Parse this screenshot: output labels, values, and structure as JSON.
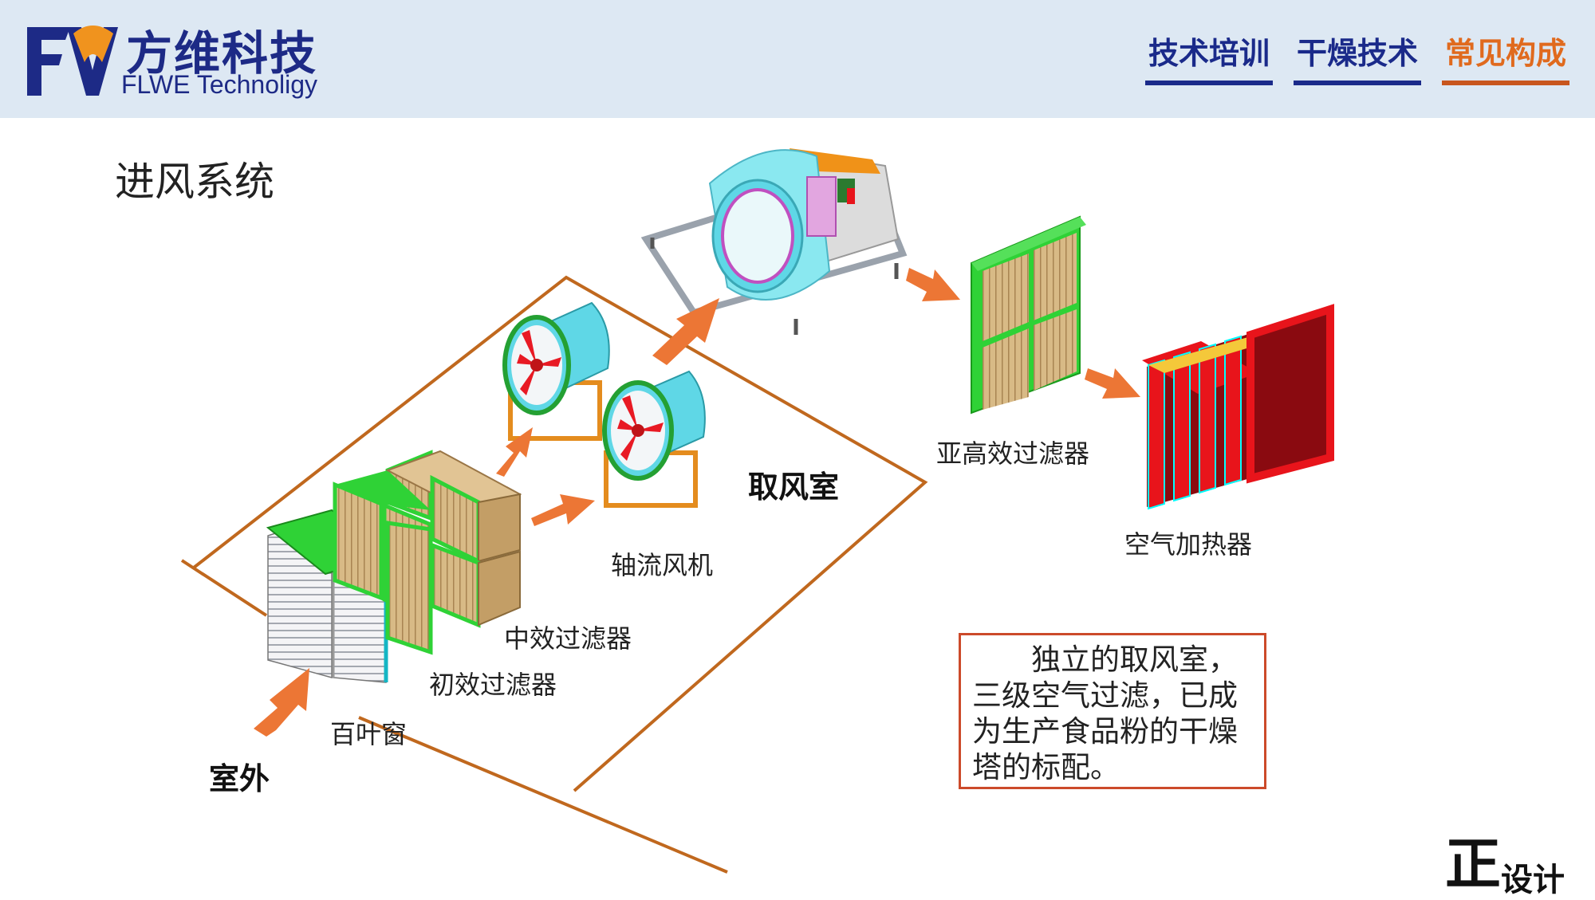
{
  "header": {
    "brand_cn": "方维科技",
    "brand_en": "FLWE Technoligy",
    "nav": [
      {
        "label": "技术培训",
        "active": false
      },
      {
        "label": "干燥技术",
        "active": false
      },
      {
        "label": "常见构成",
        "active": true
      }
    ]
  },
  "title": "进风系统",
  "labels": {
    "outdoor": "室外",
    "louver": "百叶窗",
    "primary_filter": "初效过滤器",
    "medium_filter": "中效过滤器",
    "axial_fan": "轴流风机",
    "intake_room": "取风室",
    "sub_hepa": "亚高效过滤器",
    "air_heater": "空气加热器"
  },
  "note": "　　独立的取风室，三级空气过滤，已成为生产食品粉的干燥塔的标配。",
  "footer": {
    "big": "正",
    "small": "设计"
  },
  "colors": {
    "brand_blue": "#1d2a86",
    "accent_orange": "#e06a1e",
    "arrow_orange": "#ec7635",
    "outline_brown": "#c0681e",
    "fan_cyan": "#5fd7e6",
    "filter_green": "#3ad63a",
    "heater_red": "#e8141b"
  }
}
